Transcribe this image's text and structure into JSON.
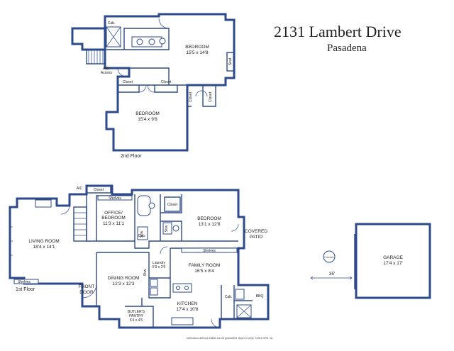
{
  "title": {
    "address": "2131 Lambert Drive",
    "city": "Pasadena"
  },
  "levels": {
    "second": "2nd Floor",
    "first": "1st Floor"
  },
  "rooms": {
    "bedroom_upper": {
      "name": "BEDROOM",
      "dims": "15'5 x 14'8"
    },
    "bedroom_lower2": {
      "name": "BEDROOM",
      "dims": "15'4 x 9'8"
    },
    "office": {
      "name1": "OFFICE/",
      "name2": "BEDROOM",
      "dims": "11'3 x 11'1"
    },
    "bedroom_first": {
      "name": "BEDROOM",
      "dims": "13'1 x 12'8"
    },
    "living": {
      "name": "LIVING ROOM",
      "dims": "18'4 x 14'1"
    },
    "dining": {
      "name": "DINING ROOM",
      "dims": "12'3 x 12'3"
    },
    "family": {
      "name": "FAMILY ROOM",
      "dims": "16'5 x 8'4"
    },
    "kitchen": {
      "name": "KITCHEN",
      "dims": "17'4 x 10'8"
    },
    "laundry": {
      "name": "Laundry",
      "dims": "5'9 x 3'9"
    },
    "butler": {
      "name1": "BUTLER'S",
      "name2": "PANTRY",
      "dims": "6'4 x 4'5"
    },
    "garage": {
      "name": "GARAGE",
      "dims": "17'4 x 17'"
    },
    "patio": {
      "name1": "COVERED",
      "name2": "PATIO"
    }
  },
  "labels": {
    "cab": "Cab.",
    "closet": "Closet",
    "seat": "Seat",
    "attic1": "Attic",
    "attic2": "Access",
    "shelves": "Shelves",
    "ac": "A/C",
    "shw": "Shw.",
    "bbq": "BBQ",
    "front1": "FRONT",
    "front2": "DOOR",
    "fountain": "Fountain",
    "distance": "35'"
  },
  "disclaimer": "Information deemed reliable but not guaranteed. Buyer to verify. ©2021 NPM, Inc."
}
